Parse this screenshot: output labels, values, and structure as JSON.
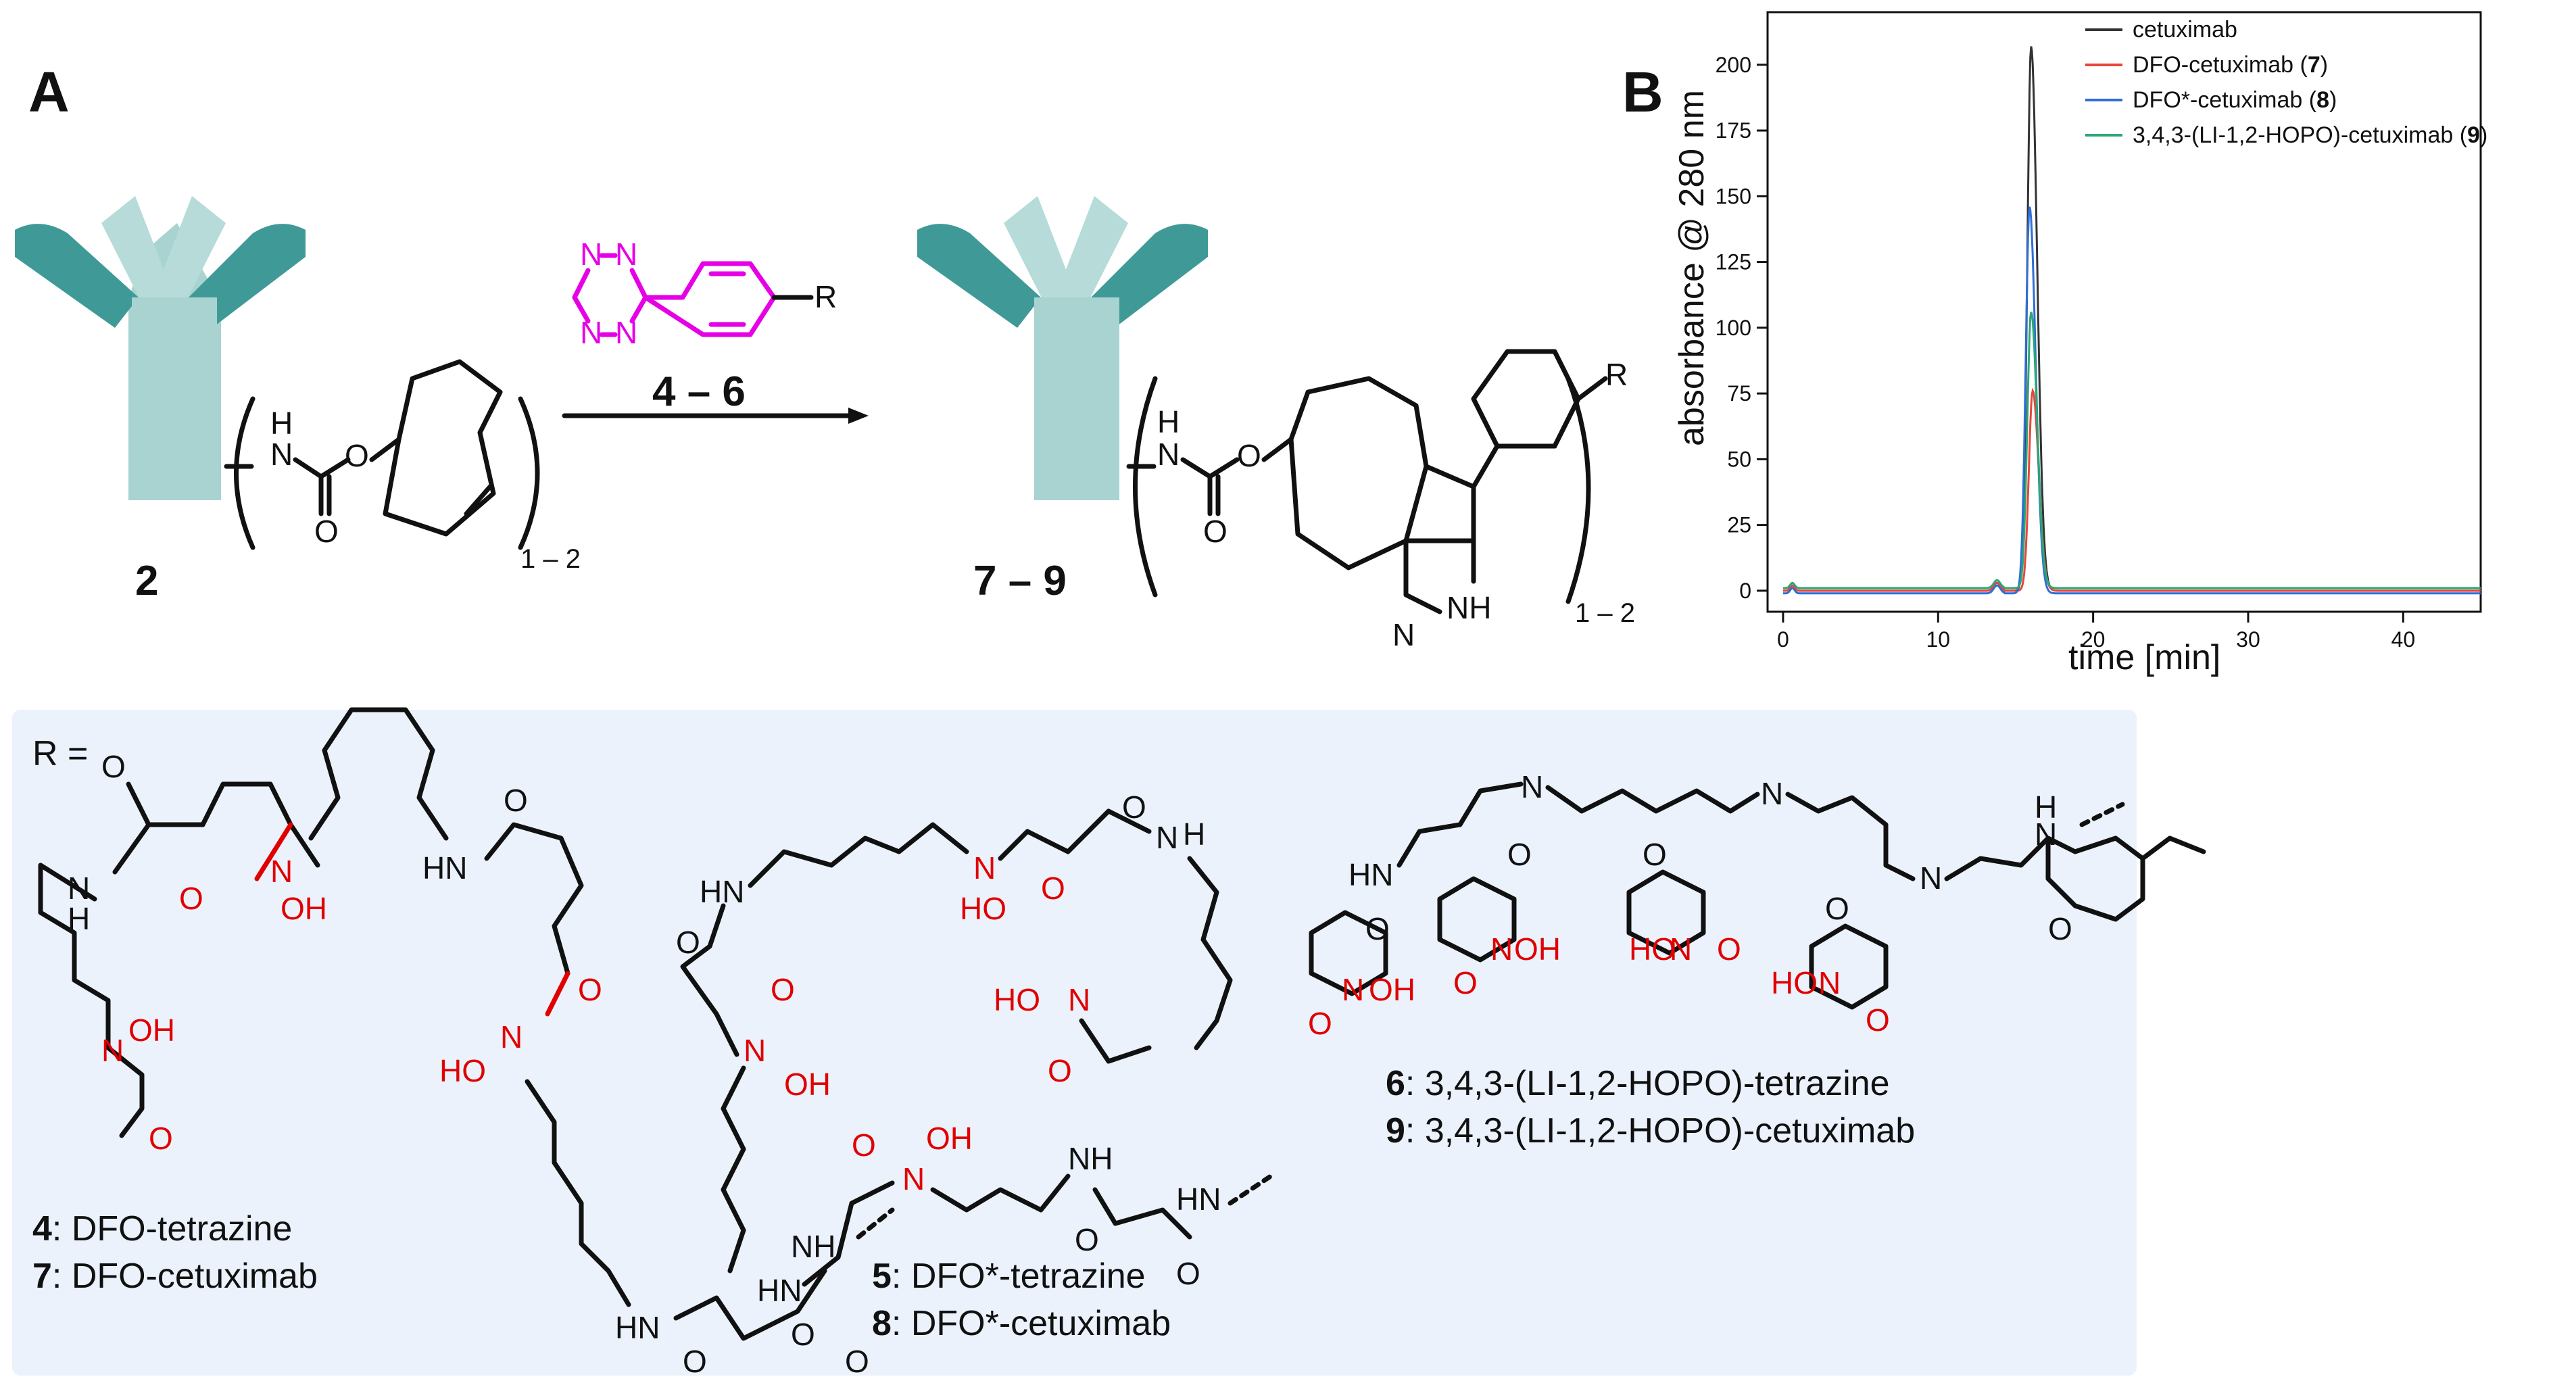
{
  "panel_a": {
    "letter": "A",
    "compound_start": "2",
    "subscript": "1 – 2",
    "reagent_range": "4 – 6",
    "product_range": "7 – 9",
    "r_group": "R",
    "atoms": {
      "N": "N",
      "H": "H",
      "O": "O",
      "NH": "NH"
    }
  },
  "panel_b": {
    "letter": "B",
    "legend": [
      {
        "text": "cetuximab",
        "num": "",
        "color": "#333333"
      },
      {
        "text": "DFO-cetuximab (",
        "num": "7",
        "color": "#e8453c"
      },
      {
        "text": "DFO*-cetuximab (",
        "num": "8",
        "color": "#2f6fd6"
      },
      {
        "text": "3,4,3-(LI-1,2-HOPO)-cetuximab (",
        "num": "9",
        "color": "#2aa876"
      }
    ]
  },
  "chart_data": {
    "type": "line",
    "xlabel": "time [min]",
    "ylabel": "absorbance @ 280 nm",
    "xlim": [
      -1,
      45
    ],
    "ylim": [
      -8,
      220
    ],
    "xticks": [
      "0",
      "10",
      "20",
      "30",
      "40"
    ],
    "yticks": [
      "0",
      "25",
      "50",
      "75",
      "100",
      "125",
      "150",
      "175",
      "200"
    ],
    "series": [
      {
        "name": "cetuximab",
        "color": "#333333",
        "peak_x": 16.0,
        "peak_y": 207,
        "baseline": 0
      },
      {
        "name": "DFO-cetuximab (7)",
        "color": "#e8453c",
        "peak_x": 16.1,
        "peak_y": 76,
        "baseline": 0
      },
      {
        "name": "DFO*-cetuximab (8)",
        "color": "#2f6fd6",
        "peak_x": 15.9,
        "peak_y": 147,
        "baseline": -1
      },
      {
        "name": "3,4,3-(LI-1,2-HOPO)-cetuximab (9)",
        "color": "#2aa876",
        "peak_x": 16.0,
        "peak_y": 105,
        "baseline": 1
      }
    ]
  },
  "r_box": {
    "label": "R =",
    "compound_4": {
      "num": "4",
      "text": ": DFO-tetrazine"
    },
    "compound_7": {
      "num": "7",
      "text": ": DFO-cetuximab"
    },
    "compound_5": {
      "num": "5",
      "text": ": DFO*-tetrazine"
    },
    "compound_8": {
      "num": "8",
      "text": ": DFO*-cetuximab"
    },
    "compound_6": {
      "num": "6",
      "text": ": 3,4,3-(LI-1,2-HOPO)-tetrazine"
    },
    "compound_9": {
      "num": "9",
      "text": ": 3,4,3-(LI-1,2-HOPO)-cetuximab"
    },
    "atoms": {
      "N": "N",
      "O": "O",
      "OH": "OH",
      "HO": "HO",
      "H": "H",
      "NH": "NH",
      "HN": "HN"
    }
  },
  "colors": {
    "antibody_light": "#a8d3d1",
    "antibody_dark": "#3f9a97",
    "rbox_bg": "#ebf2fc",
    "heteroatom": "#e10000",
    "tetrazine": "#e600e6"
  }
}
